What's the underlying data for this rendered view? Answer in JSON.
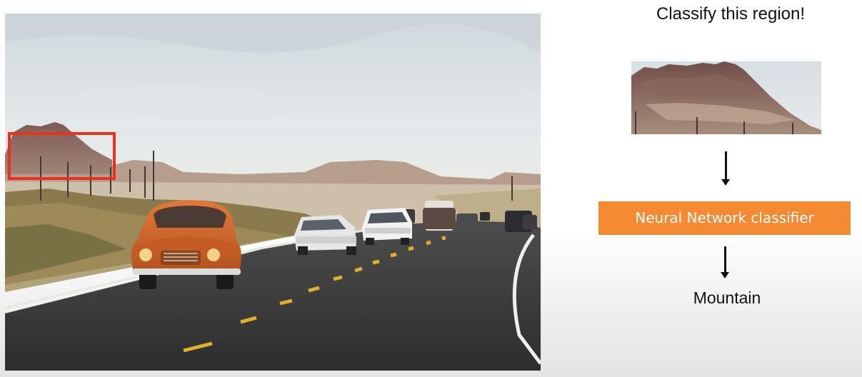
{
  "title": "Classify this region!",
  "classifier_label": "Neural Network classifier",
  "result_label": "Mountain",
  "colors": {
    "highlight_box": "#e8321f",
    "classifier_fill": "#f58a33",
    "text": "#111111"
  },
  "photo": {
    "subject": "Desert highway with an orange vintage car leading a line of traffic, mountain on the left horizon"
  }
}
